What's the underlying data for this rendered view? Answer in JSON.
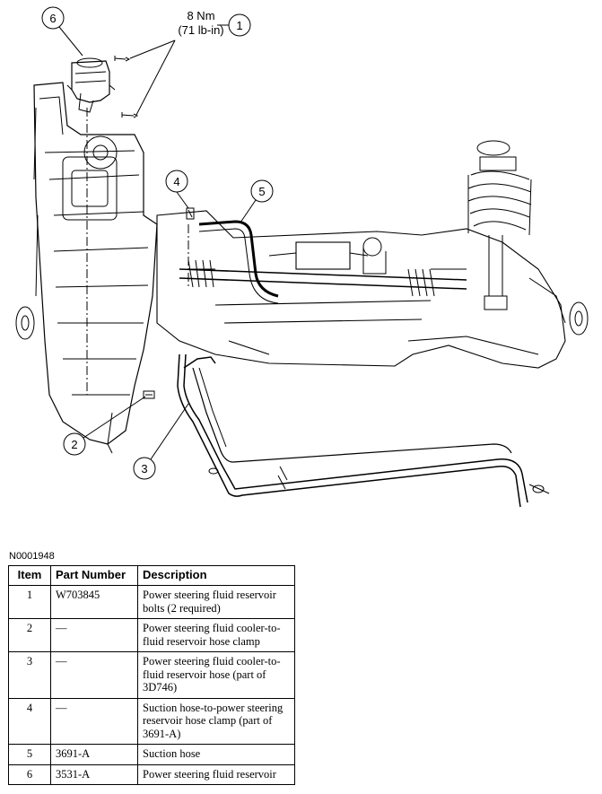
{
  "figure_id": "N0001948",
  "torque_spec": {
    "line1": "8 Nm",
    "line2": "(71 lb-in)"
  },
  "callouts": [
    "1",
    "2",
    "3",
    "4",
    "5",
    "6"
  ],
  "table": {
    "headers": [
      "Item",
      "Part Number",
      "Description"
    ],
    "rows": [
      {
        "item": "1",
        "part_number": "W703845",
        "description": "Power steering fluid reservoir bolts (2 required)"
      },
      {
        "item": "2",
        "part_number": "—",
        "description": "Power steering fluid cooler-to-fluid reservoir hose clamp"
      },
      {
        "item": "3",
        "part_number": "—",
        "description": "Power steering fluid cooler-to-fluid reservoir hose (part of 3D746)"
      },
      {
        "item": "4",
        "part_number": "—",
        "description": "Suction hose-to-power steering reservoir hose clamp (part of 3691-A)"
      },
      {
        "item": "5",
        "part_number": "3691-A",
        "description": "Suction hose"
      },
      {
        "item": "6",
        "part_number": "3531-A",
        "description": "Power steering fluid reservoir"
      }
    ]
  }
}
